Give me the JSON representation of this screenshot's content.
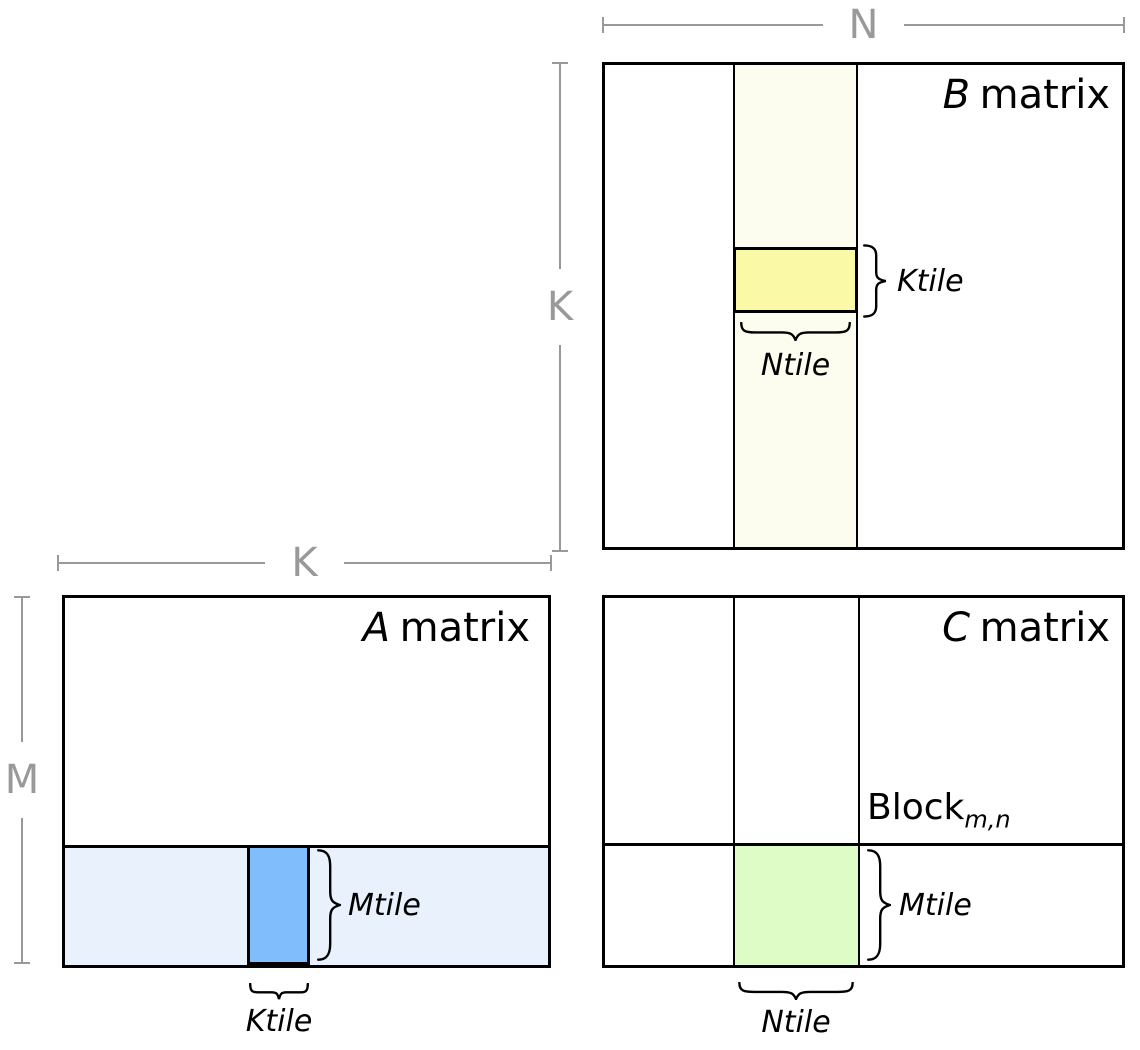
{
  "colors": {
    "line_gray": "#999999",
    "b_strip": "#FDFDEF",
    "b_tile": "#FAFAA6",
    "a_strip": "#E8F1FC",
    "a_tile": "#7FBDFC",
    "c_tile": "#DEFCC5"
  },
  "dimensions": {
    "n": "N",
    "k_vertical": "K",
    "k_horizontal": "K",
    "m": "M"
  },
  "matrix_b": {
    "title_letter": "B",
    "title_word": "matrix",
    "ktile_label": "Ktile",
    "ntile_label": "Ntile"
  },
  "matrix_a": {
    "title_letter": "A",
    "title_word": "matrix",
    "mtile_label": "Mtile",
    "ktile_label": "Ktile"
  },
  "matrix_c": {
    "title_letter": "C",
    "title_word": "matrix",
    "block_word": "Block",
    "block_subscript": "m,n",
    "mtile_label": "Mtile",
    "ntile_label": "Ntile"
  }
}
